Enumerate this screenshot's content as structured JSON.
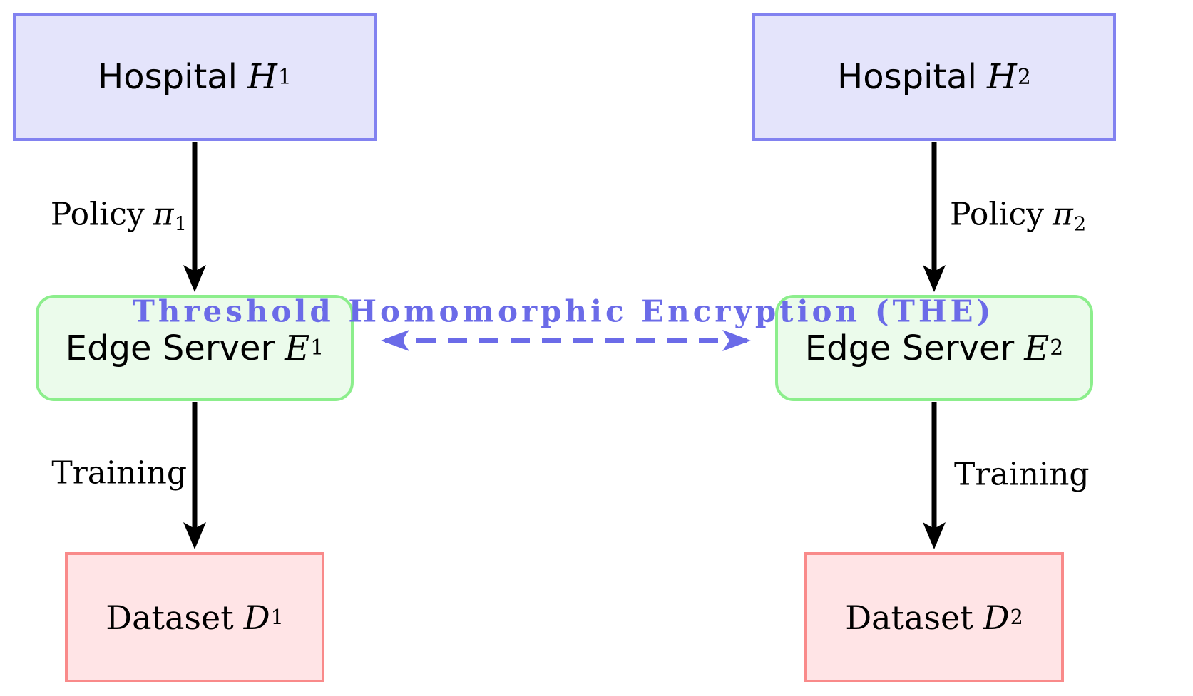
{
  "diagram": {
    "title": "Federated training with Threshold Homomorphic Encryption between two hospitals",
    "colors": {
      "background": "#ffffff",
      "hospital_fill": "#e4e4fb",
      "hospital_border": "#8282f0",
      "edge_server_fill": "#ebfbeb",
      "edge_server_border": "#8cee8c",
      "dataset_fill": "#ffe4e6",
      "dataset_border": "#f98a8a",
      "accent_blue": "#6b6be8",
      "arrow_black": "#000000"
    },
    "nodes": {
      "hospital1": {
        "word": "Hospital",
        "symbol": "H",
        "subscript": "1"
      },
      "hospital2": {
        "word": "Hospital",
        "symbol": "H",
        "subscript": "2"
      },
      "edge1": {
        "word": "Edge Server",
        "symbol": "E",
        "subscript": "1"
      },
      "edge2": {
        "word": "Edge Server",
        "symbol": "E",
        "subscript": "2"
      },
      "dataset1": {
        "word": "Dataset",
        "symbol": "D",
        "subscript": "1"
      },
      "dataset2": {
        "word": "Dataset",
        "symbol": "D",
        "subscript": "2"
      }
    },
    "edges": {
      "policy1": {
        "word": "Policy",
        "symbol": "π",
        "subscript": "1"
      },
      "policy2": {
        "word": "Policy",
        "symbol": "π",
        "subscript": "2"
      },
      "training1": {
        "label": "Training"
      },
      "training2": {
        "label": "Training"
      },
      "the_link": {
        "label": "Threshold Homomorphic Encryption (THE)"
      }
    }
  }
}
